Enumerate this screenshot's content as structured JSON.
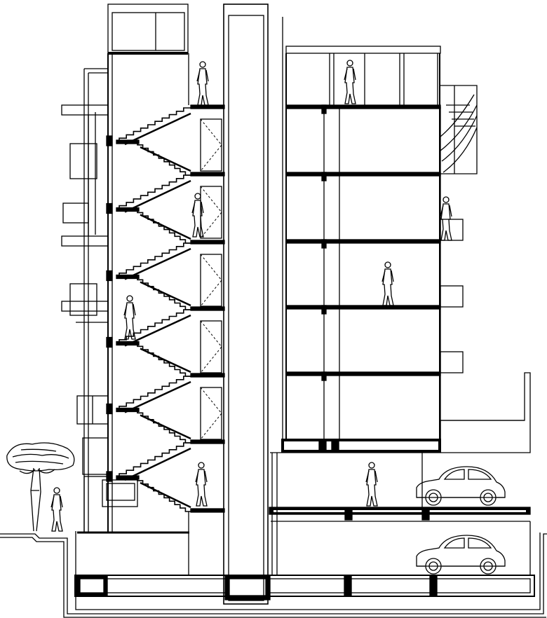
{
  "drawing": {
    "kind": "building-section",
    "line_color": "#000000",
    "background": "#ffffff",
    "stair_flights": 6,
    "upper_floors": 6,
    "parking_levels": 2,
    "figures": 9,
    "cars": 2,
    "trees": 1,
    "labels": []
  }
}
